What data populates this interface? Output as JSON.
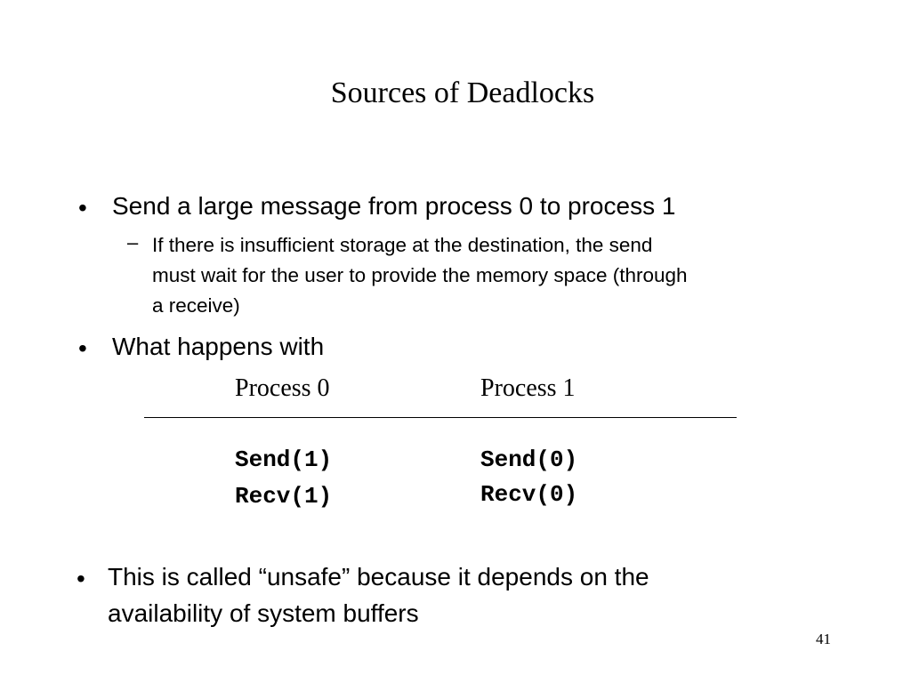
{
  "slide": {
    "title": "Sources of Deadlocks",
    "bullets": [
      {
        "bullet": "•",
        "text": "Send a large message from process 0 to process 1",
        "sub": {
          "dash": "–",
          "lines": [
            "If there is insufficient storage at the destination, the send",
            "must wait for the user to provide the memory space (through",
            "a receive)"
          ]
        }
      },
      {
        "bullet": "•",
        "text": "What happens with"
      },
      {
        "bullet": "•",
        "lines": [
          "This is called “unsafe” because it depends on the",
          "availability of system buffers"
        ]
      }
    ],
    "code_table": {
      "headers": [
        "Process 0",
        "Process 1"
      ],
      "rows": [
        [
          "Send(1)",
          "Send(0)"
        ],
        [
          "Recv(1)",
          "Recv(0)"
        ]
      ]
    },
    "page_number": "41"
  }
}
